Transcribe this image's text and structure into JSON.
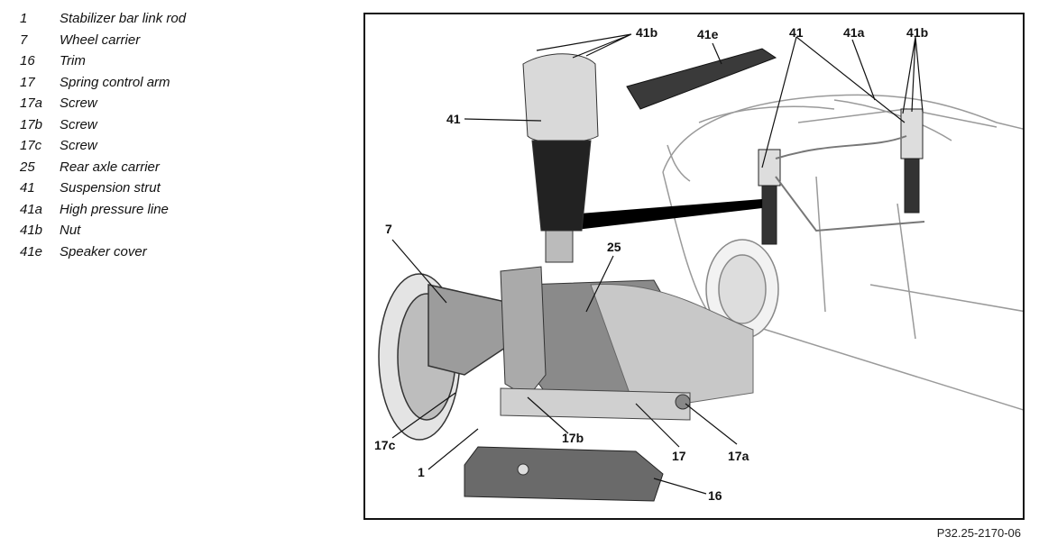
{
  "legend": [
    {
      "num": "1",
      "label": "Stabilizer bar link rod"
    },
    {
      "num": "7",
      "label": "Wheel carrier"
    },
    {
      "num": "16",
      "label": "Trim"
    },
    {
      "num": "17",
      "label": "Spring control arm"
    },
    {
      "num": "17a",
      "label": "Screw"
    },
    {
      "num": "17b",
      "label": "Screw"
    },
    {
      "num": "17c",
      "label": "Screw"
    },
    {
      "num": "25",
      "label": "Rear axle carrier"
    },
    {
      "num": "41",
      "label": "Suspension strut"
    },
    {
      "num": "41a",
      "label": "High pressure line"
    },
    {
      "num": "41b",
      "label": "Nut"
    },
    {
      "num": "41e",
      "label": "Speaker cover"
    }
  ],
  "callouts": {
    "c41b_left": "41b",
    "c41e": "41e",
    "c41_top": "41",
    "c41a": "41a",
    "c41b_right": "41b",
    "c41_strut": "41",
    "c7": "7",
    "c25": "25",
    "c17c": "17c",
    "c1": "1",
    "c17b": "17b",
    "c17": "17",
    "c17a": "17a",
    "c16": "16"
  },
  "figure_id": "P32.25-2170-06"
}
